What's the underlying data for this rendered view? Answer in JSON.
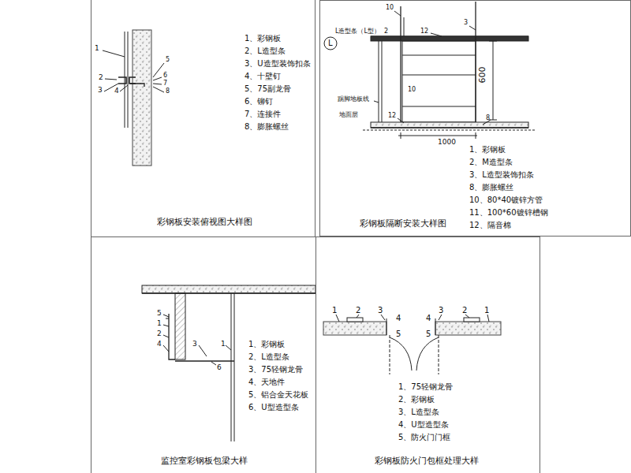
{
  "diagram": {
    "nodes": [
      {
        "text": [
          "彩钢板安装俯视图大样图"
        ]
      },
      {
        "text": [
          "彩钢板隔断安装大样图"
        ]
      },
      {
        "text": [
          "监控室彩钢板包梁大样"
        ]
      },
      {
        "text": [
          "彩钢板防火门包框处理大样"
        ]
      }
    ],
    "labels": [
      "1",
      "2",
      "3",
      "4",
      "5",
      "6",
      "7",
      "8",
      "1、彩钢板",
      "2、L造型条",
      "3、U造型装饰扣条",
      "4、十壁钉",
      "5、75副龙骨",
      "6、铆钉",
      "7、连接件",
      "8、膨胀螺丝",
      "L造型条（L型）",
      "2",
      "10",
      "12",
      "3",
      "600",
      "10",
      "踢脚地板线",
      "12",
      "地面层",
      "8",
      "1000",
      "1、彩钢板",
      "2、M造型条",
      "3、L造型装饰扣条",
      "8、膨胀螺丝",
      "10、80*40镀锌方管",
      "11、100*60镀锌槽钢",
      "12、隔音棉",
      "L",
      "5",
      "1",
      "2",
      "4",
      "3",
      "1",
      "6",
      "1、彩钢板",
      "2、L造型条",
      "3、75轻钢龙骨",
      "4、天地件",
      "5、铝合金天花板",
      "6、U型造型条",
      "1",
      "2",
      "3",
      "4",
      "5",
      "3",
      "2",
      "1",
      "4",
      "5",
      "1、75轻钢龙骨",
      "2、彩钢板",
      "3、L造型条",
      "4、U型造型条",
      "5、防火门门框"
    ]
  }
}
